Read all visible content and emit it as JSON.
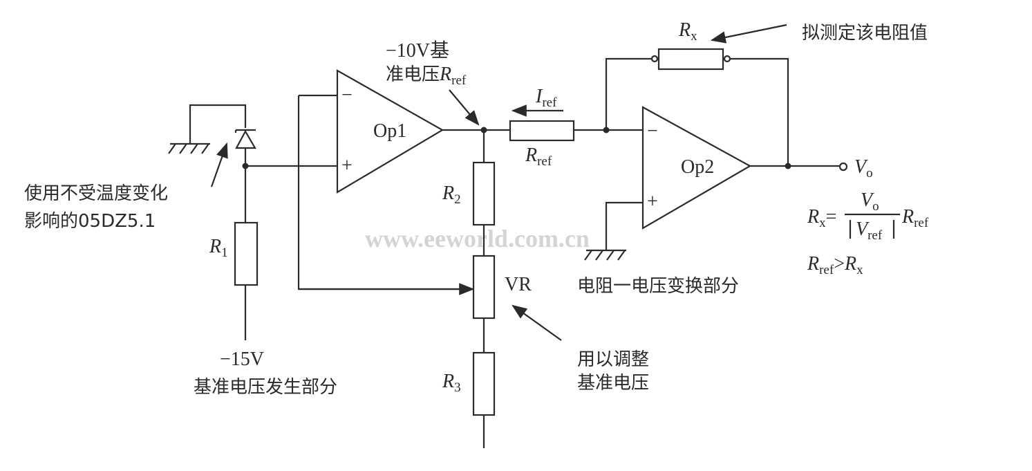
{
  "labels": {
    "zener_note_1": "使用不受温度变化",
    "zener_note_2": "影响的05DZ5.1",
    "r1": "R",
    "r1_sub": "1",
    "supply": "−15V",
    "ref_section": "基准电压发生部分",
    "op1": "Op1",
    "op2": "Op2",
    "ref_voltage_1": "−10V基",
    "ref_voltage_2": "准电压",
    "ref_voltage_sym": "R",
    "ref_voltage_sub": "ref",
    "iref": "I",
    "iref_sub": "ref",
    "rref": "R",
    "rref_sub": "ref",
    "r2": "R",
    "r2_sub": "2",
    "vr": "VR",
    "r3": "R",
    "r3_sub": "3",
    "vr_note_1": "用以调整",
    "vr_note_2": "基准电压",
    "rx": "R",
    "rx_sub": "x",
    "rx_note": "拟测定该电阻值",
    "vo": "V",
    "vo_sub": "o",
    "conversion_section": "电阻一电压变换部分",
    "minus": "−",
    "plus": "+",
    "watermark": "www.eeworld.com.cn"
  },
  "formula": {
    "lhs": "R",
    "lhs_sub": "x",
    "eq": "=",
    "num": "V",
    "num_sub": "o",
    "den": "V",
    "den_sub": "ref",
    "rhs": "R",
    "rhs_sub": "ref",
    "cond_l": "R",
    "cond_l_sub": "ref",
    "cond_op": ">",
    "cond_r": "R",
    "cond_r_sub": "x"
  }
}
